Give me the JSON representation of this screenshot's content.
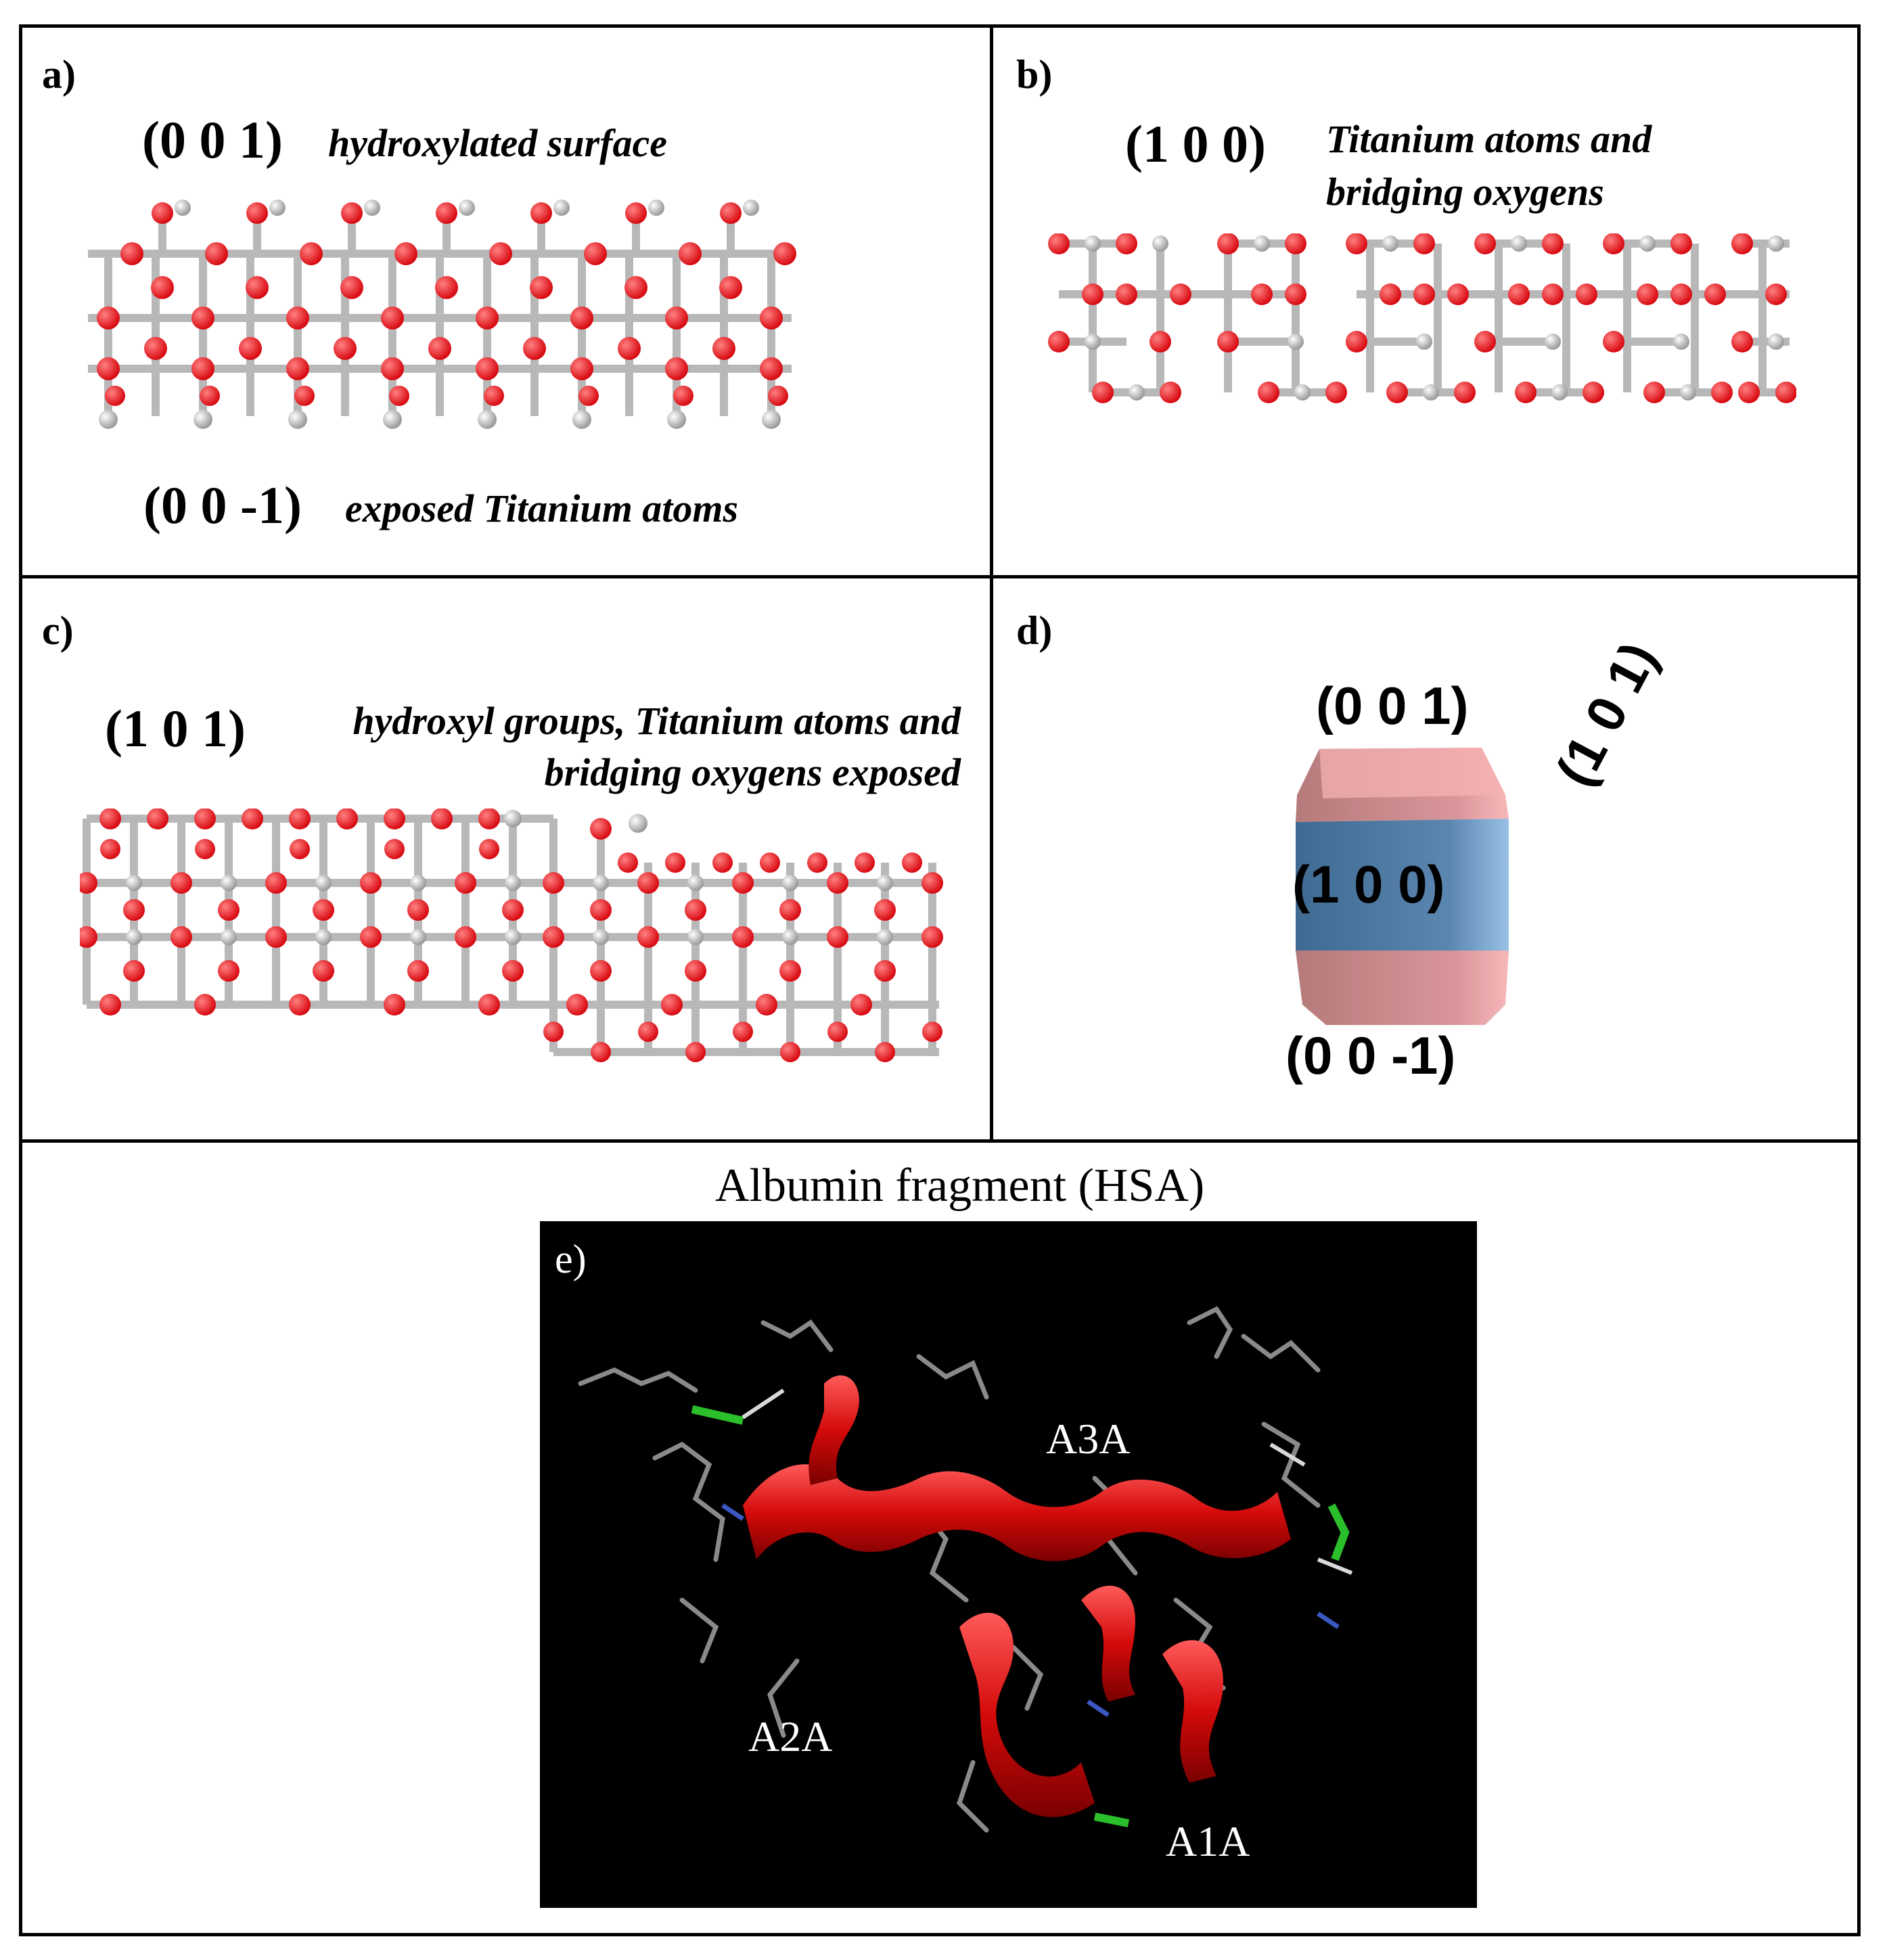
{
  "panels": {
    "a": {
      "label": "a)",
      "top_miller": "(0 0 1)",
      "top_caption": "hydroxylated surface",
      "bottom_miller": "(0 0 -1)",
      "bottom_caption": "exposed Titanium atoms"
    },
    "b": {
      "label": "b)",
      "miller": "(1 0 0)",
      "caption_line1": "Titanium atoms and",
      "caption_line2": "bridging oxygens"
    },
    "c": {
      "label": "c)",
      "miller": "(1 0 1)",
      "caption_line1": "hydroxyl groups, Titanium atoms and",
      "caption_line2": "bridging oxygens exposed"
    },
    "d": {
      "label": "d)",
      "face_top": "(0 0 1)",
      "face_side": "(1 0 1)",
      "face_middle": "(1 0 0)",
      "face_bottom": "(0 0 -1)"
    },
    "e": {
      "title": "Albumin fragment (HSA)",
      "label": "e)",
      "regions": [
        "A3A",
        "A2A",
        "A1A"
      ]
    }
  },
  "colors": {
    "oxygen": "#e8141b",
    "titanium": "#c8c8c8",
    "hydrogen": "#f2f2f2",
    "crystal_pink": "#f0a8a8",
    "crystal_blue": "#7ea8d4",
    "protein_bg": "#000000",
    "helix": "#e01010"
  }
}
